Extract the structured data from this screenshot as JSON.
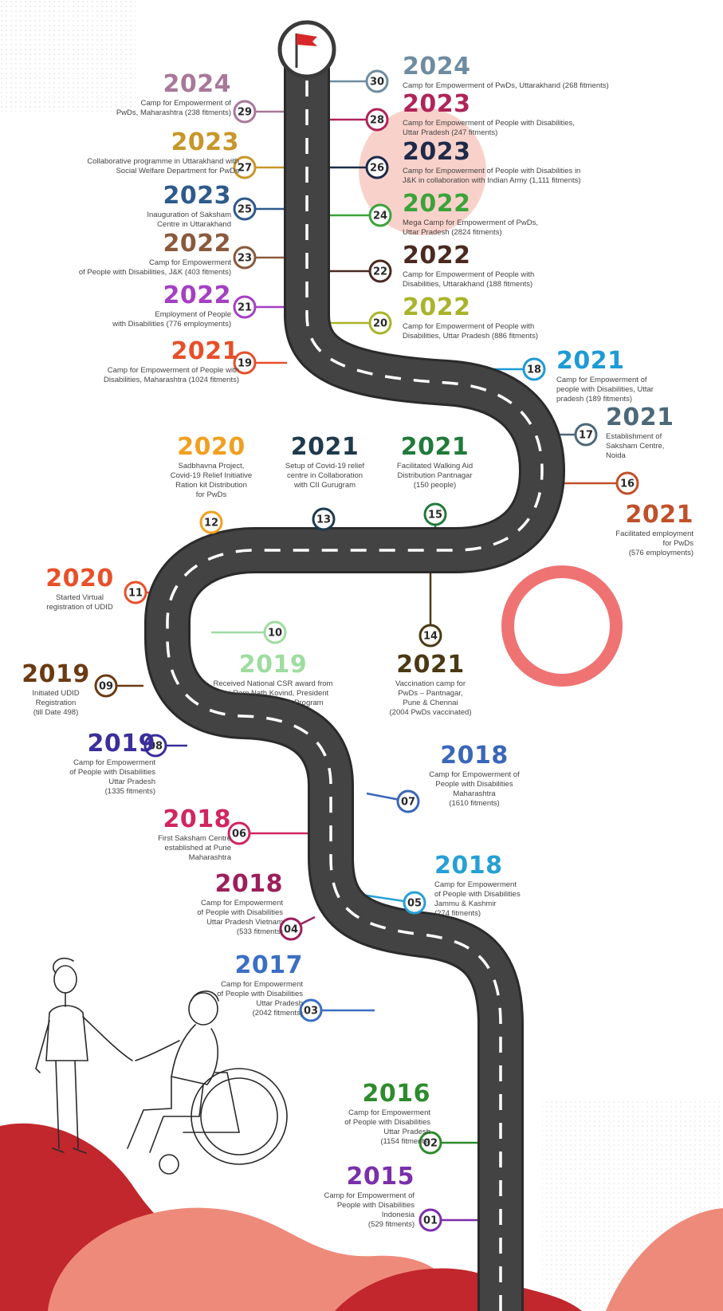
{
  "colors": {
    "road": "#434343",
    "road_edge": "#2b2b2b",
    "dash": "#ffffff",
    "blob_dark": "#c1272d",
    "blob_light": "#ee8a7a",
    "ring": "#ef7373",
    "flag": "#d62828"
  },
  "icons": [
    "flag-icon",
    "people-handshake-illustration"
  ],
  "milestones": [
    {
      "num": "01",
      "year": "2015",
      "desc": "Camp for Empowerment of\nPeople with Disabilities\nIndonesia\n(529 fitments)",
      "color": "#7b2fa8"
    },
    {
      "num": "02",
      "year": "2016",
      "desc": "Camp for Empowerment\nof People with Disabilities\nUttar Pradesh\n(1154 fitments)",
      "color": "#2e8b2e"
    },
    {
      "num": "03",
      "year": "2017",
      "desc": "Camp for Empowerment\nof People with Disabilities\nUttar Pradesh\n(2042 fitments)",
      "color": "#3b6fc4"
    },
    {
      "num": "04",
      "year": "2018",
      "desc": "Camp for Empowerment\nof People with Disabilities\nUttar Pradesh Vietnam\n(533 fitments)",
      "color": "#9c1f5b"
    },
    {
      "num": "05",
      "year": "2018",
      "desc": "Camp for Empowerment\nof People with Disabilities\nJammu & Kashmir\n(274 fitments)",
      "color": "#26a0d6"
    },
    {
      "num": "06",
      "year": "2018",
      "desc": "First Saksham Centre\nestablished at Pune\nMaharashtra",
      "color": "#d1265f"
    },
    {
      "num": "07",
      "year": "2018",
      "desc": "Camp for Empowerment of\nPeople with Disabilities\nMaharashtra\n(1610 fitments)",
      "color": "#3a67b8"
    },
    {
      "num": "08",
      "year": "2019",
      "desc": "Camp for Empowerment\nof People with Disabilities\nUttar Pradesh\n(1335 fitments)",
      "color": "#3a2e9c"
    },
    {
      "num": "09",
      "year": "2019",
      "desc": "Initiated UDID\nRegistration\n(till Date 498)",
      "color": "#6b3a12"
    },
    {
      "num": "10",
      "year": "2019",
      "desc": "Received National CSR award from\nShri Ram Nath Kovind, President\nof India for Saksham Program",
      "color": "#9fdca0"
    },
    {
      "num": "11",
      "year": "2020",
      "desc": "Started Virtual\nregistration of UDID",
      "color": "#e8502a"
    },
    {
      "num": "12",
      "year": "2020",
      "desc": "Sadbhavna Project,\nCovid-19 Relief Initiative\nRation kit Distribution\nfor PwDs",
      "color": "#f0a020"
    },
    {
      "num": "13",
      "year": "2021",
      "desc": "Setup of Covid-19 relief\ncentre in Collaboration\nwith CII Gurugram",
      "color": "#1f3a4d"
    },
    {
      "num": "14",
      "year": "2021",
      "desc": "Vaccination camp for\nPwDs – Pantnagar,\nPune & Chennai\n(2004 PwDs vaccinated)",
      "color": "#4a3a14"
    },
    {
      "num": "15",
      "year": "2021",
      "desc": "Facilitated Walking Aid\nDistribution Pantnagar\n(150 people)",
      "color": "#217a3a"
    },
    {
      "num": "16",
      "year": "2021",
      "desc": "Facilitated employment\nfor PwDs\n(576 employments)",
      "color": "#c0502a"
    },
    {
      "num": "17",
      "year": "2021",
      "desc": "Establishment of\nSaksham Centre,\nNoida",
      "color": "#4d6878"
    },
    {
      "num": "18",
      "year": "2021",
      "desc": "Camp for Empowerment of\npeople with Disabilities, Uttar\npradesh (189 fitments)",
      "color": "#1e9ad6"
    },
    {
      "num": "19",
      "year": "2021",
      "desc": "Camp for  Empowerment of People with\nDisabilities, Maharashtra (1024 fitments)",
      "color": "#e5502a"
    },
    {
      "num": "20",
      "year": "2022",
      "desc": "Camp for Empowerment of People with\nDisabilities, Uttar Pradesh (886 fitments)",
      "color": "#a8b42a"
    },
    {
      "num": "21",
      "year": "2022",
      "desc": "Employment of People\nwith Disabilities (776 employments)",
      "color": "#a43fc4"
    },
    {
      "num": "22",
      "year": "2022",
      "desc": "Camp for Empowerment of People with\nDisabilities, Uttarakhand (188 fitments)",
      "color": "#4a2a20"
    },
    {
      "num": "23",
      "year": "2022",
      "desc": "Camp for Empowerment\nof People with Disabilities, J&K (403 fitments)",
      "color": "#8a5a3c"
    },
    {
      "num": "24",
      "year": "2022",
      "desc": "Mega Camp for Empowerment of PwDs,\nUttar Pradesh (2824 fitments)",
      "color": "#3aa33a"
    },
    {
      "num": "25",
      "year": "2023",
      "desc": "Inauguration of Saksham\nCentre in Uttarakhand",
      "color": "#2e5a8c"
    },
    {
      "num": "26",
      "year": "2023",
      "desc": "Camp for Empowerment of People with Disabilities in\nJ&K in collaboration with Indian Army (1,111 fitments)",
      "color": "#1e2a4a"
    },
    {
      "num": "27",
      "year": "2023",
      "desc": "Collaborative programme in Uttarakhand with\nSocial Welfare Department for PwDs",
      "color": "#c8962a"
    },
    {
      "num": "28",
      "year": "2023",
      "desc": "Camp for Empowerment of People with Disabilities,\nUttar Pradesh (247 fitments)",
      "color": "#b0245a"
    },
    {
      "num": "29",
      "year": "2024",
      "desc": "Camp for Empowerment of\nPwDs, Maharashtra (238 fitments)",
      "color": "#a8789a"
    },
    {
      "num": "30",
      "year": "2024",
      "desc": "Camp for Empowerment of PwDs, Uttarakhand (268 fitments)",
      "color": "#6e8ca0"
    }
  ]
}
